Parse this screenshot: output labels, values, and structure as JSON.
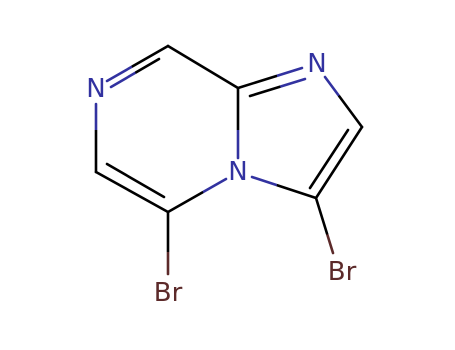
{
  "colors": {
    "carbon_bond": "#000000",
    "nitrogen": "#3232a0",
    "bromine": "#5c2a2a",
    "background": "#ffffff"
  },
  "atoms": {
    "n7": {
      "label": "N",
      "element": "N"
    },
    "n4": {
      "label": "N",
      "element": "N"
    },
    "n1": {
      "label": "N",
      "element": "N"
    },
    "br5": {
      "label": "Br",
      "element": "Br"
    },
    "br3": {
      "label": "Br",
      "element": "Br"
    }
  }
}
